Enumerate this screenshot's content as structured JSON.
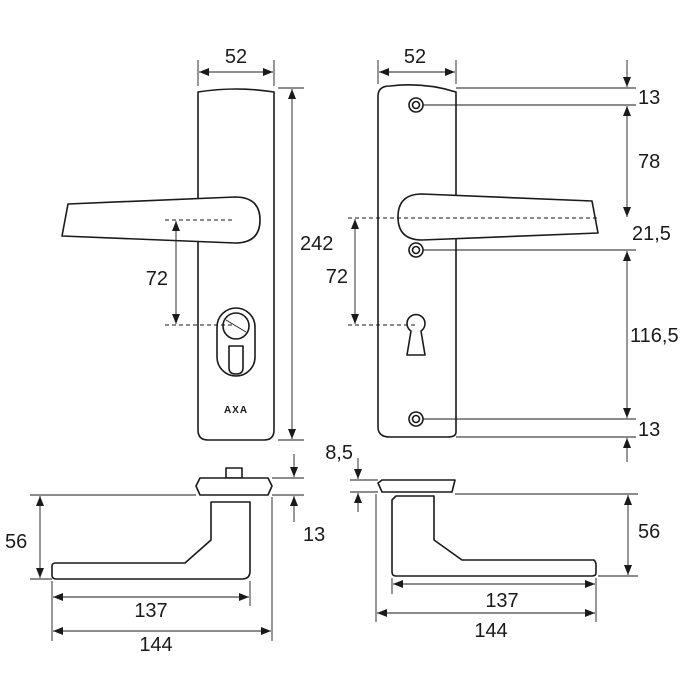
{
  "drawing": {
    "brand": "AXA",
    "left_front": {
      "width": "52",
      "height": "242",
      "handle_to_lock": "72"
    },
    "right_front": {
      "width": "52",
      "handle_to_lock": "72",
      "screw_top": "13",
      "handle_offset": "78",
      "handle_to_screw": "21,5",
      "screw_to_screw": "116,5",
      "screw_bottom": "13"
    },
    "left_side": {
      "height": "56",
      "plate": "13",
      "inner_length": "137",
      "total_length": "144"
    },
    "right_side": {
      "plate": "8,5",
      "height": "56",
      "inner_length": "137",
      "total_length": "144"
    }
  }
}
